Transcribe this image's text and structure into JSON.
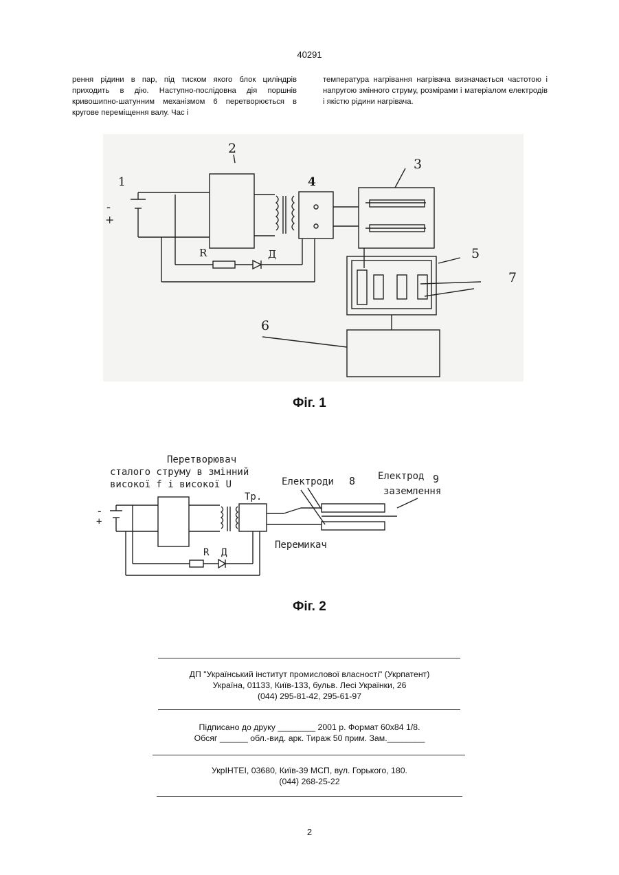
{
  "header": {
    "page_number": "40291"
  },
  "body_text": {
    "left_column": "рення рідини в пар, під тиском якого блок циліндрів приходить в дію. Наступно-послідовна дія поршнів кривошипно-шатунним механізмом 6 перетворюється в кругове переміщення валу. Час і",
    "right_column": "температура нагрівання нагрівача визначається частотою і напругою змінного струму, розмірами і матеріалом електродів і якістю рідини нагрівача."
  },
  "figure1": {
    "caption": "Фіг. 1",
    "labels": {
      "l1": "1",
      "l2": "2",
      "l3": "3",
      "l4": "4",
      "l5": "5",
      "l6": "6",
      "l7": "7",
      "minus": "-",
      "plus": "+",
      "r": "R",
      "d": "Д"
    }
  },
  "figure2": {
    "caption": "Фіг. 2",
    "labels": {
      "title_line1": "Перетворювач",
      "title_line2": "сталого струму в змінний",
      "title_line3": "високої f і високої U",
      "tr": "Тр.",
      "electrodes": "Електроди",
      "num8": "8",
      "electrode": "Електрод",
      "num9": "9",
      "grounding": "заземлення",
      "switch": "Перемикач",
      "r": "R",
      "d": "Д",
      "minus": "-",
      "plus": "+"
    }
  },
  "imprint": {
    "org_line1": "ДП \"Український інститут промислової власності\" (Укрпатент)",
    "org_line2": "Україна, 01133, Київ-133, бульв. Лесі Українки, 26",
    "org_line3": "(044) 295-81-42, 295-61-97",
    "print_line1": "Підписано до друку ________ 2001 р.    Формат 60х84 1/8.",
    "print_line2": "Обсяг ______ обл.-вид. арк.   Тираж 50 прим.    Зам.________",
    "press_line1": "УкрІНТЕІ, 03680, Київ-39 МСП, вул. Горького, 180.",
    "press_line2": "(044) 268-25-22"
  },
  "footer": {
    "page_number": "2"
  }
}
